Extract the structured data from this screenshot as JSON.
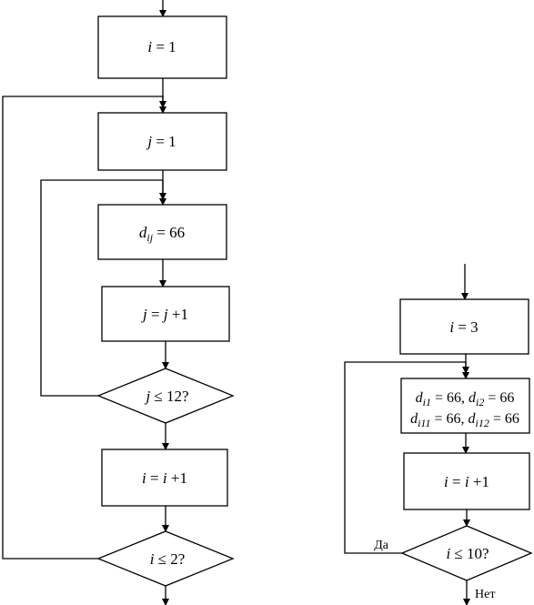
{
  "left_flow": {
    "i_init": {
      "var": "i",
      "op": " = ",
      "val": "1"
    },
    "j_init": {
      "var": "j",
      "op": " = ",
      "val": "1"
    },
    "assign_d": {
      "var": "d",
      "sub": "ij",
      "op": " = ",
      "val": "66"
    },
    "j_inc": {
      "lhs": "j",
      "op": " = ",
      "rhs": "j",
      "plus": " +1"
    },
    "j_check": {
      "var": "j",
      "op": " ≤ ",
      "val": "12?"
    },
    "i_inc": {
      "lhs": "i",
      "op": " = ",
      "rhs": "i",
      "plus": " +1"
    },
    "i_check": {
      "var": "i",
      "op": " ≤ ",
      "val": "2?"
    }
  },
  "right_flow": {
    "i_init": {
      "var": "i",
      "op": " = ",
      "val": "3"
    },
    "assign_line1": {
      "a_var": "d",
      "a_sub": "i1",
      "a_val": " = 66, ",
      "b_var": "d",
      "b_sub": "i2",
      "b_val": " = 66"
    },
    "assign_line2": {
      "a_var": "d",
      "a_sub": "i11",
      "a_val": " = 66, ",
      "b_var": "d",
      "b_sub": "i12",
      "b_val": " = 66"
    },
    "i_inc": {
      "lhs": "i",
      "op": " = ",
      "rhs": "i",
      "plus": " +1"
    },
    "i_check": {
      "var": "i",
      "op": " ≤ ",
      "val": "10?"
    },
    "yes_label": "Да",
    "no_label": "Нет"
  }
}
